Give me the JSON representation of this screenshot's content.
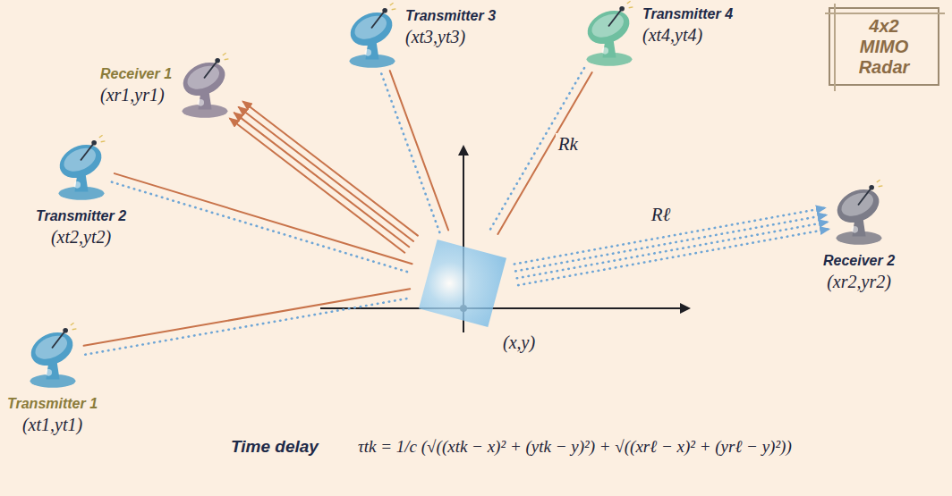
{
  "diagram": {
    "title": "4x2 MIMO Radar",
    "nodes": [
      {
        "text": [
          "Receiver 1",
          "(xr1,yr1)"
        ]
      },
      {
        "text": [
          "Transmitter 3",
          "(xt3,yt3)"
        ]
      },
      {
        "text": [
          "Transmitter 4",
          "(xt4,yt4)"
        ]
      },
      {
        "text": [
          "Transmitter 2",
          "(xt2,yt2)"
        ]
      },
      {
        "text": [
          "Receiver 2",
          "(xr2,yr2)"
        ]
      },
      {
        "text": [
          "Transmitter 1",
          "(xt1,yt1)"
        ]
      },
      {
        "text": [
          "(x,y)"
        ]
      }
    ],
    "edges": [
      {
        "from": 5,
        "to": 6,
        "arrow": "none"
      },
      {
        "from": 3,
        "to": 6,
        "arrow": "none"
      },
      {
        "from": 1,
        "to": 6,
        "arrow": "none"
      },
      {
        "from": 2,
        "to": 6,
        "label": "Rk",
        "arrow": "none"
      },
      {
        "from": 6,
        "to": 0,
        "arrow": "to"
      },
      {
        "from": 6,
        "to": 4,
        "label": "Rℓ",
        "arrow": "to"
      }
    ],
    "labels": [
      "Time delay",
      "τtk = 1/c (√((xtk − x)² + (ytk − y)²) + √((xrℓ − x)² + (yrℓ − y)²))"
    ]
  }
}
